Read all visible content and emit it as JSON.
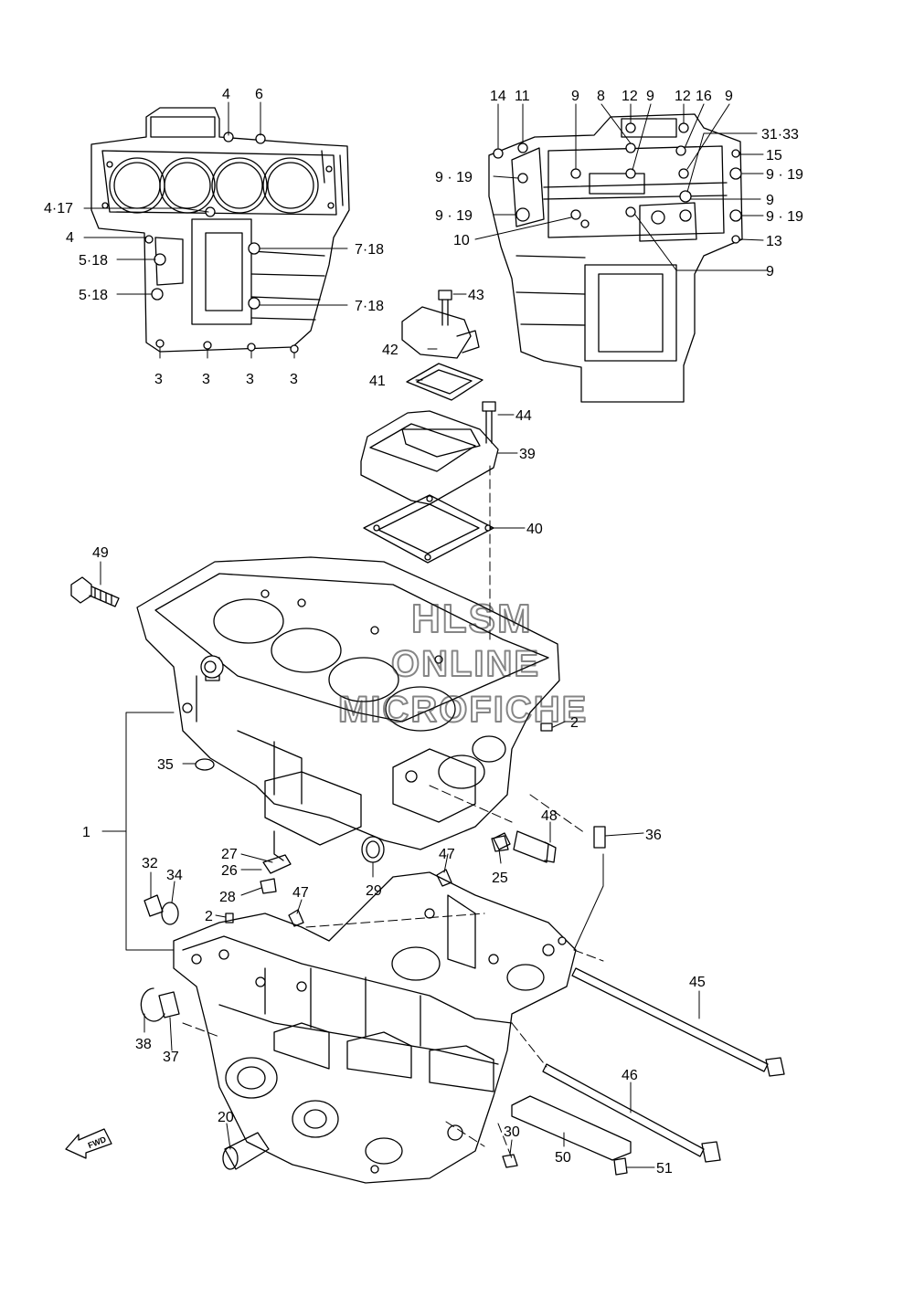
{
  "watermark": {
    "line1": "HLSM",
    "line2": "ONLINE",
    "line3": "MICROFICHE"
  },
  "fwd_label": "FWD",
  "callouts": {
    "top_left": [
      "4",
      "6",
      "4·17",
      "4",
      "5·18",
      "5·18",
      "7·18",
      "7·18",
      "3",
      "3",
      "3",
      "3"
    ],
    "top_right": [
      "14",
      "11",
      "9",
      "8",
      "12",
      "9",
      "12",
      "16",
      "9",
      "31·33",
      "15",
      "9 · 19",
      "9 · 19",
      "9",
      "9 · 19",
      "9 · 19",
      "10",
      "13",
      "9"
    ],
    "mid": [
      "43",
      "42",
      "41",
      "44",
      "39",
      "40",
      "49"
    ],
    "lower": [
      "2",
      "35",
      "1",
      "48",
      "36",
      "27",
      "26",
      "32",
      "34",
      "28",
      "47",
      "25",
      "29",
      "47",
      "2",
      "45",
      "38",
      "37",
      "46",
      "20",
      "30",
      "50",
      "51"
    ]
  }
}
